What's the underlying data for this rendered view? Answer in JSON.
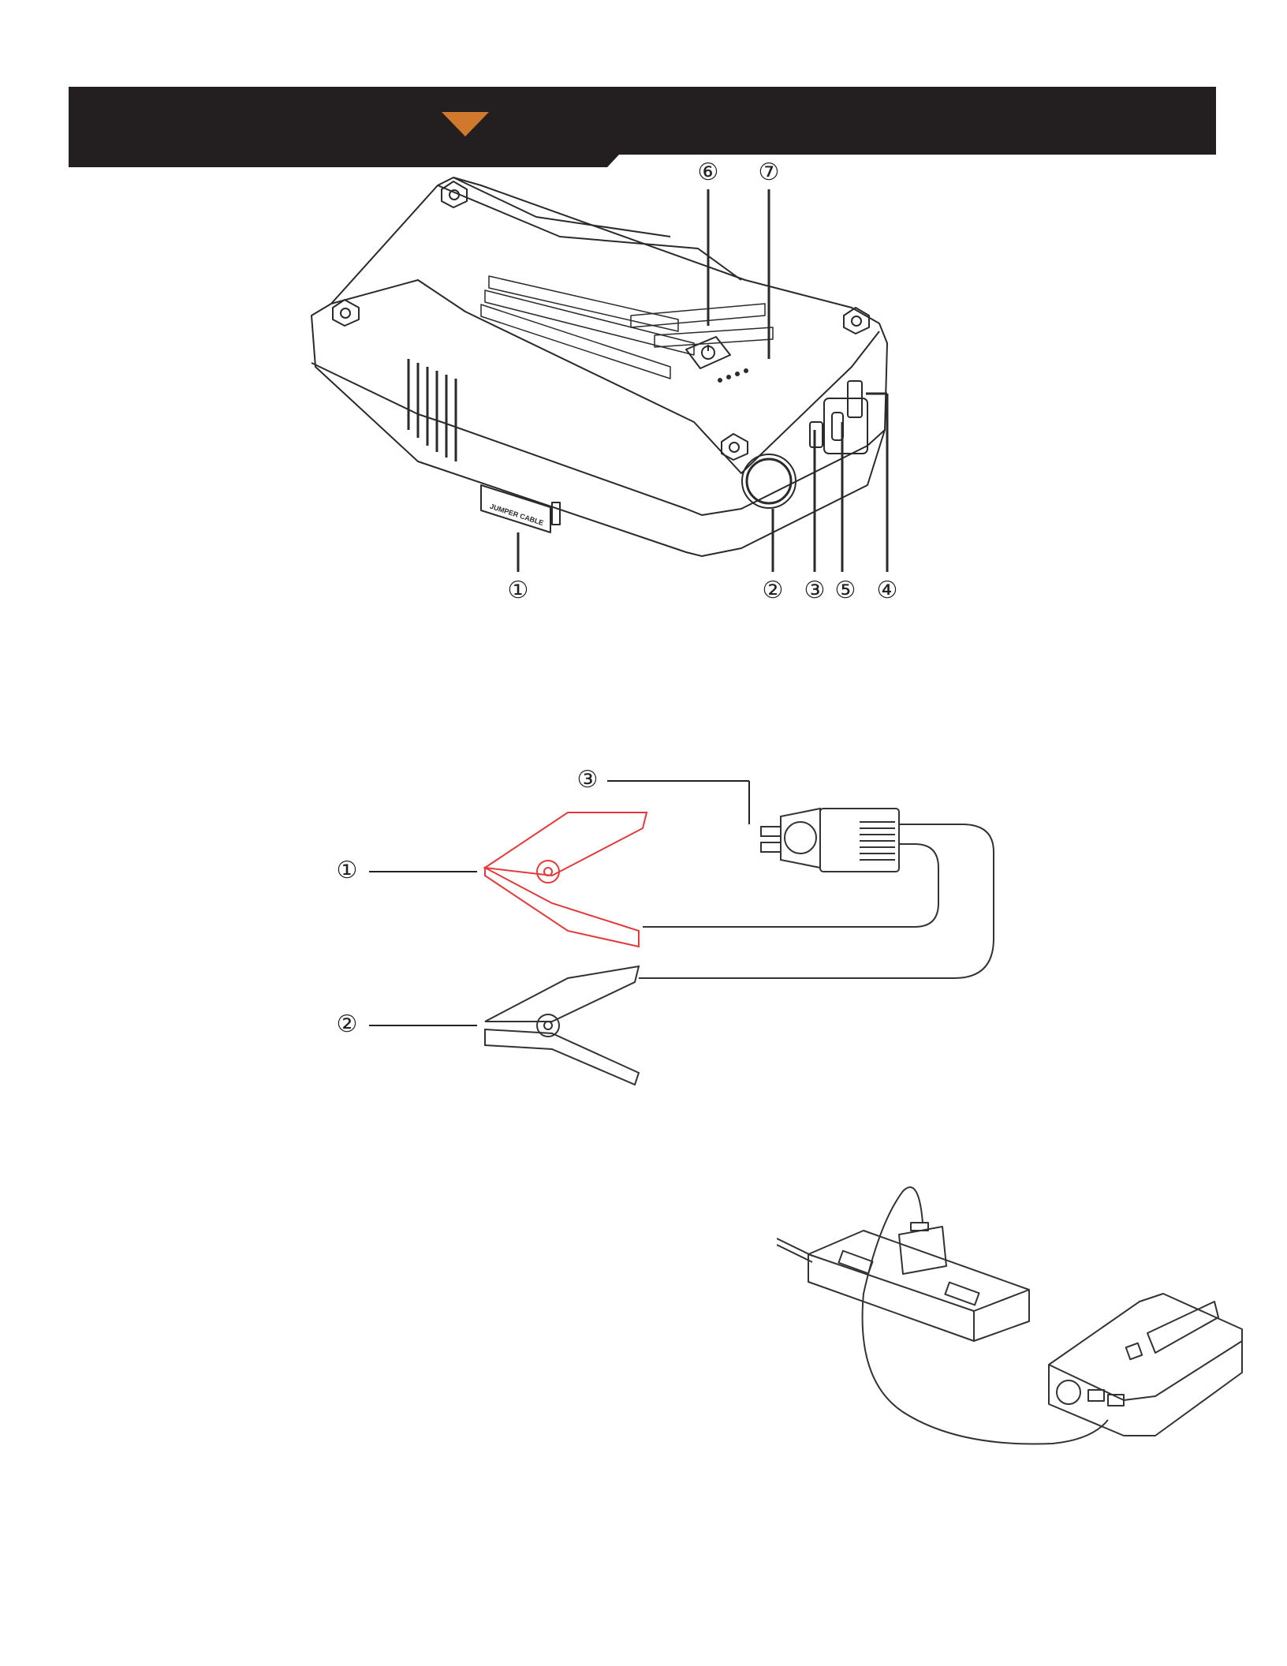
{
  "header": {
    "background_color": "#231f20",
    "accent_color": "#d0782c",
    "marker_icon": "triangle-down-icon"
  },
  "device_callouts": [
    "①",
    "②",
    "③",
    "⑤",
    "④",
    "⑥",
    "⑦"
  ],
  "device_label": "JUMPER CABLE",
  "cable_callouts": [
    "①",
    "②",
    "③"
  ],
  "colors": {
    "red_clamp": "#e23a3a",
    "line": "#333333"
  }
}
